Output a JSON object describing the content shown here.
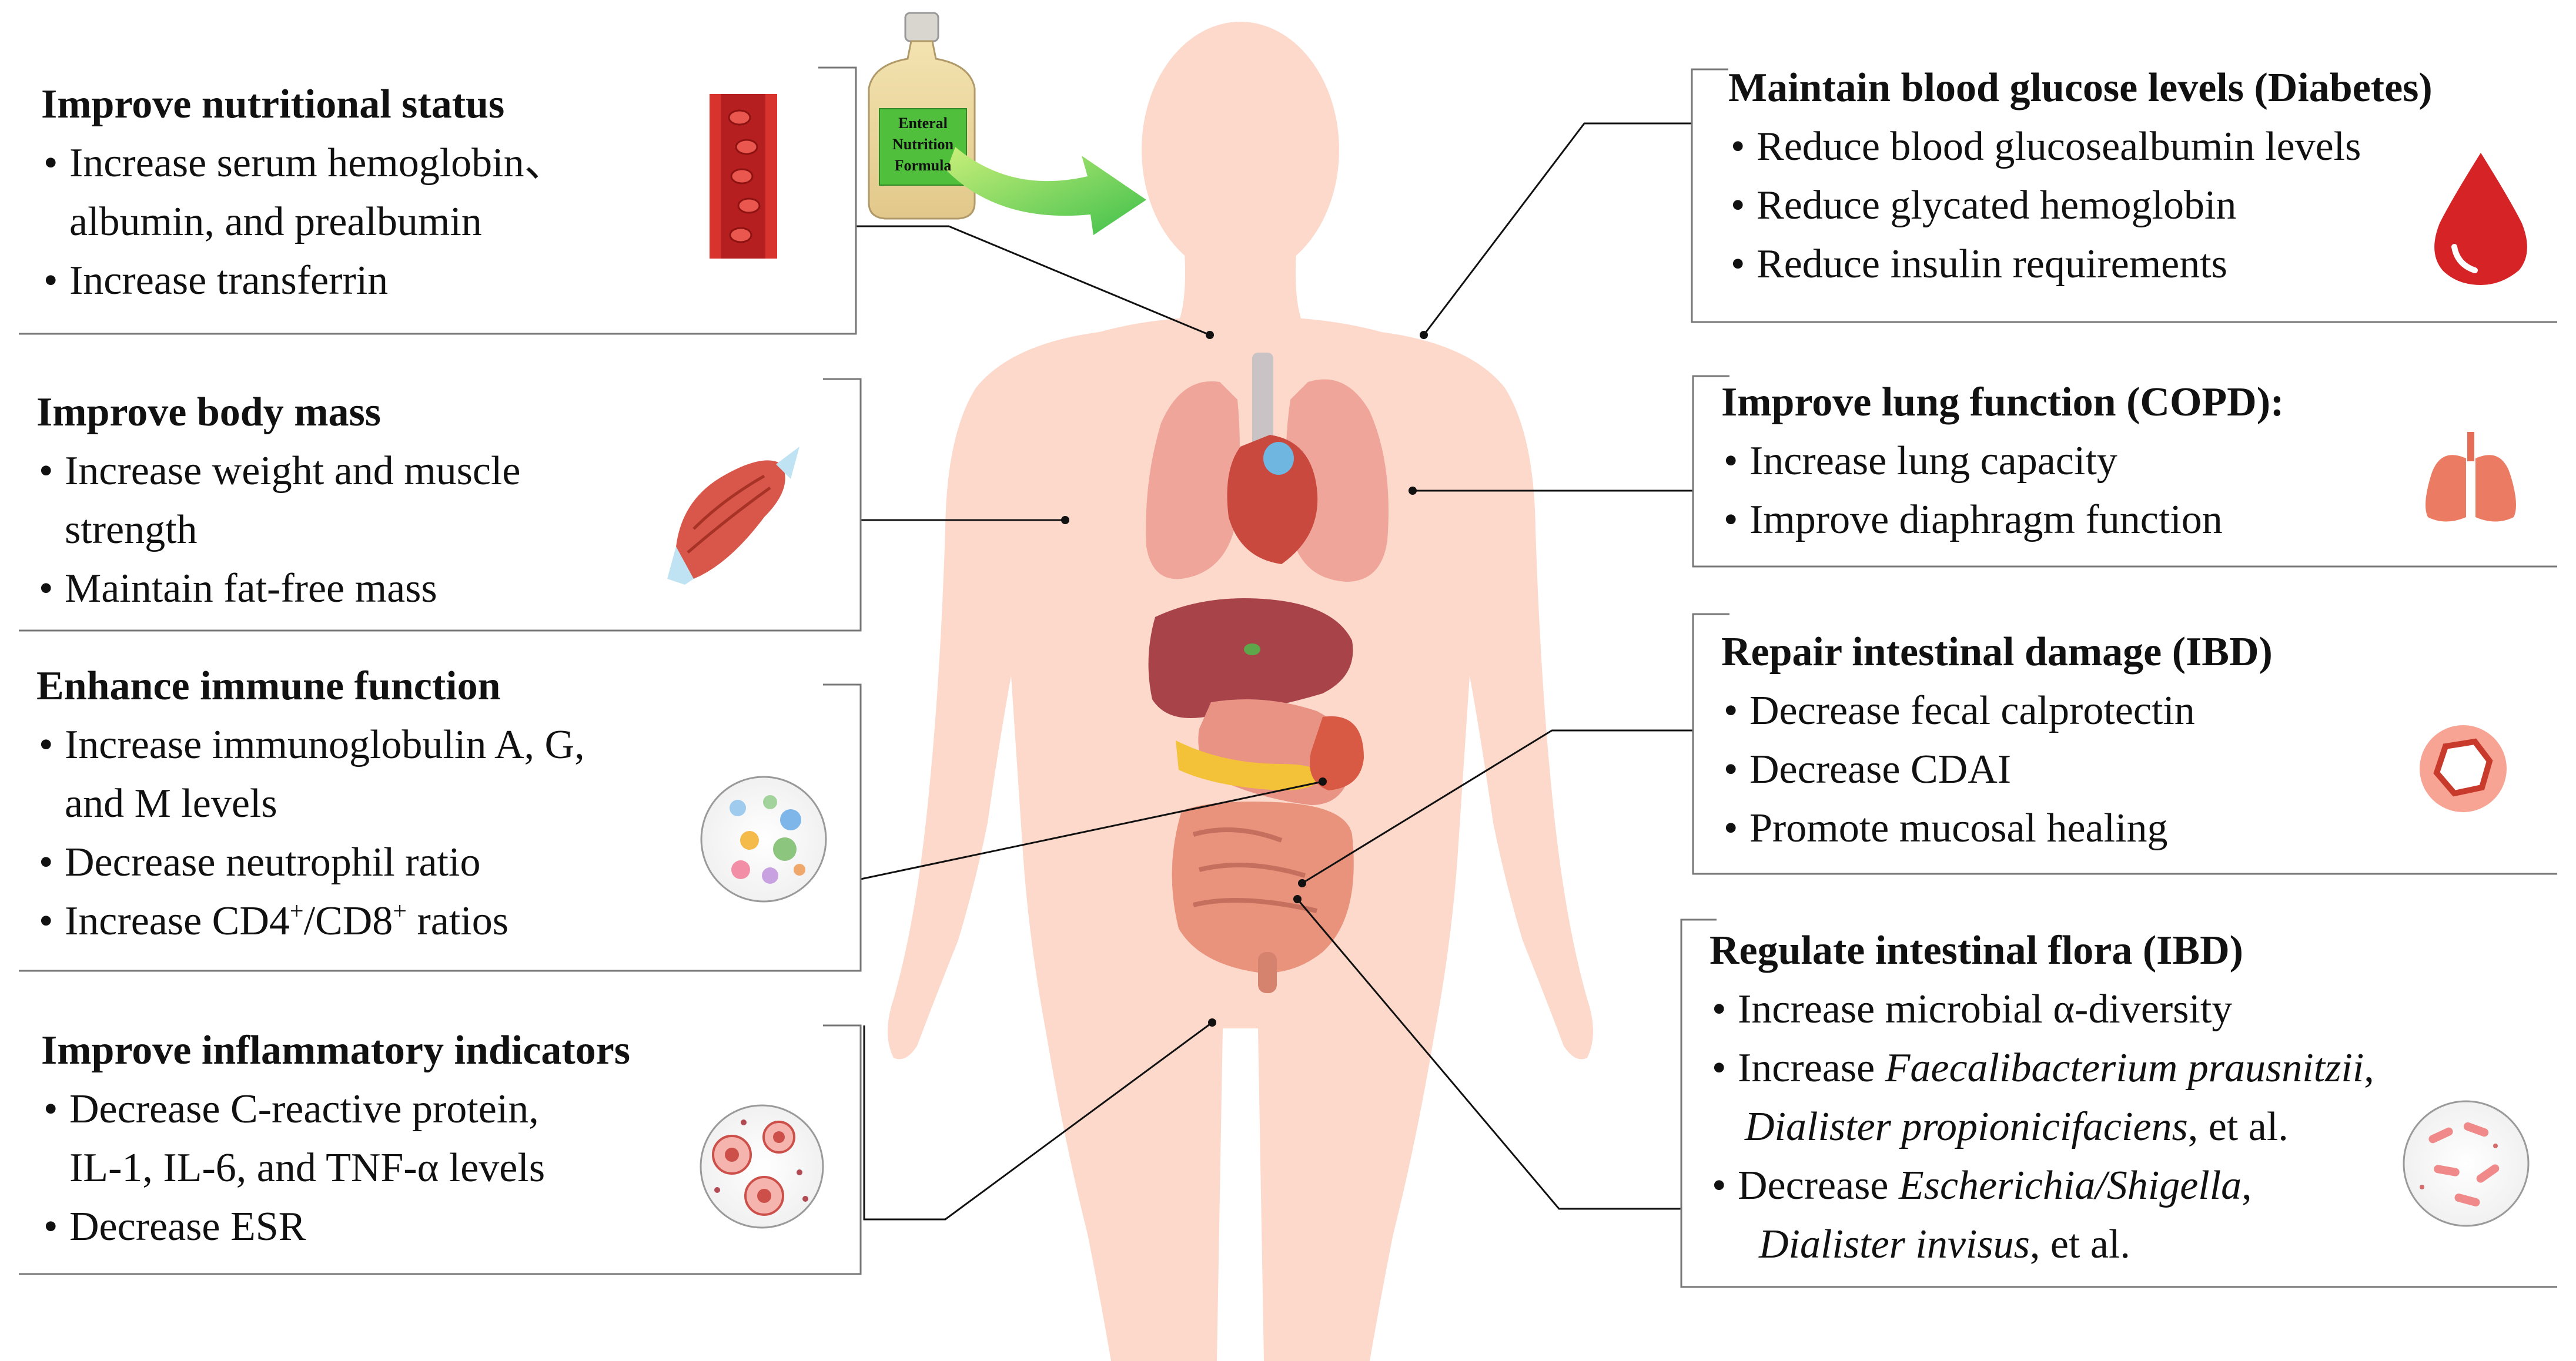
{
  "bottle": {
    "line1": "Enteral",
    "line2": "Nutrition",
    "line3": "Formula"
  },
  "left_boxes": [
    {
      "title": "Improve nutritional status",
      "bullets": [
        {
          "l1": "Increase serum hemoglobin、",
          "l2": "albumin, and prealbumin"
        },
        {
          "l1": "Increase transferrin"
        }
      ]
    },
    {
      "title": "Improve body mass",
      "bullets": [
        {
          "l1": "Increase weight and muscle",
          "l2": "strength"
        },
        {
          "l1": "Maintain fat-free mass"
        }
      ]
    },
    {
      "title": "Enhance immune function",
      "bullets": [
        {
          "l1": "Increase immunoglobulin A, G,",
          "l2": "and M levels"
        },
        {
          "l1": "Decrease neutrophil ratio"
        },
        {
          "pre": "Increase CD4",
          "sup1": "+",
          "mid": "/CD8",
          "sup2": "+",
          "post": " ratios"
        }
      ]
    },
    {
      "title": "Improve inflammatory indicators",
      "bullets": [
        {
          "l1": "Decrease C-reactive protein,",
          "l2": "IL-1, IL-6, and TNF-α levels"
        },
        {
          "l1": "Decrease ESR"
        }
      ]
    }
  ],
  "right_boxes": [
    {
      "title": "Maintain blood glucose levels (Diabetes)",
      "bullets": [
        {
          "l1": "Reduce blood glucosealbumin levels"
        },
        {
          "l1": "Reduce glycated hemoglobin"
        },
        {
          "l1": "Reduce insulin requirements"
        }
      ]
    },
    {
      "title": "Improve lung function (COPD):",
      "bullets": [
        {
          "l1": "Increase lung capacity"
        },
        {
          "l1": "Improve diaphragm function"
        }
      ]
    },
    {
      "title": "Repair intestinal damage (IBD)",
      "bullets": [
        {
          "l1": "Decrease fecal calprotectin"
        },
        {
          "l1": "Decrease CDAI"
        },
        {
          "l1": "Promote mucosal healing"
        }
      ]
    },
    {
      "title": "Regulate intestinal flora (IBD)",
      "bullets": [
        {
          "l1": "Increase microbial α-diversity"
        },
        {
          "pre": "Increase ",
          "it1": "Faecalibacterium prausnitzii",
          "post1": ",",
          "it2": "Dialister propionicifaciens",
          "post2": ", et al."
        },
        {
          "pre": "Decrease ",
          "it1": "Escherichia/Shigella",
          "post1": ",",
          "it2": "Dialister invisus",
          "post2": ", et al."
        }
      ]
    }
  ]
}
